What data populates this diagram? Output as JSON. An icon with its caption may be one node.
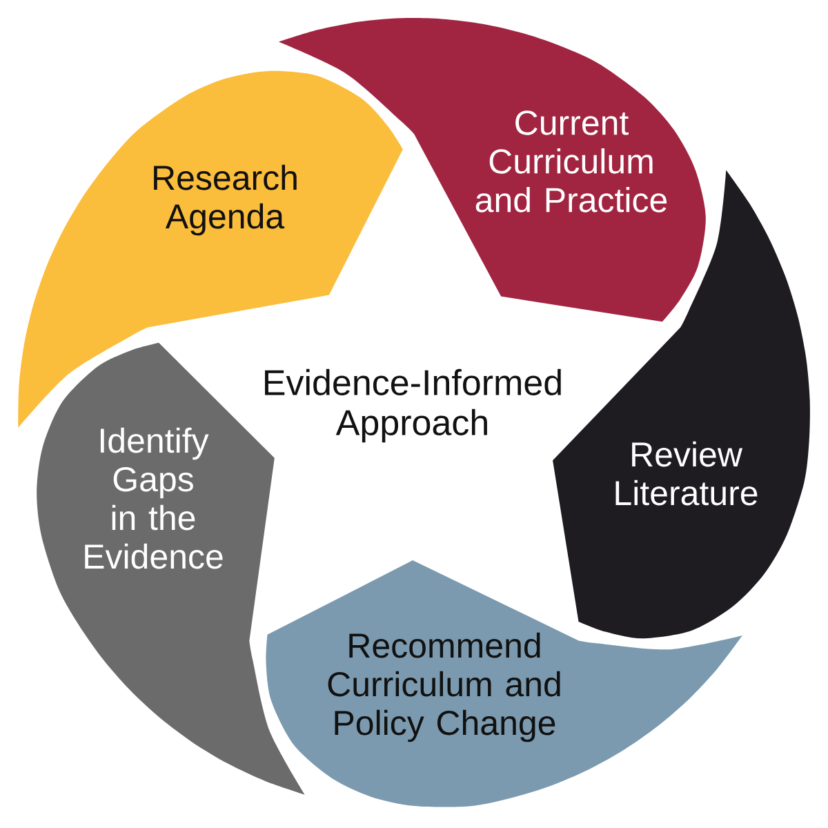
{
  "diagram": {
    "nodes": [
      {
        "text": [
          "Research Agenda"
        ]
      },
      {
        "text": [
          "Current Curriculum and Practice"
        ]
      },
      {
        "text": [
          "Review Literature"
        ]
      },
      {
        "text": [
          "Recommend Curriculum and Policy Change"
        ]
      },
      {
        "text": [
          "Identify Gaps in the Evidence"
        ]
      }
    ],
    "labels": [
      "Evidence-Informed Approach"
    ]
  }
}
